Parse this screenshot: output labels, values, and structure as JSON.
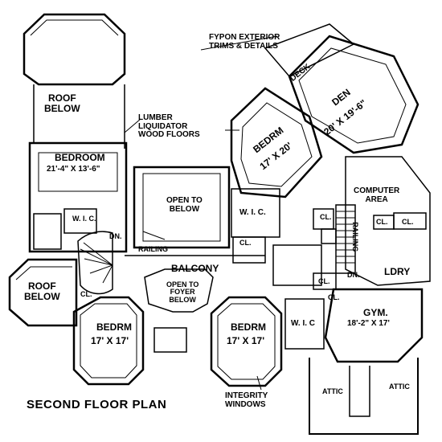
{
  "plan": {
    "title": "SECOND FLOOR PLAN",
    "rooms": {
      "roof_below_top": "ROOF\nBELOW",
      "bedroom_nw_name": "BEDROOM",
      "bedroom_nw_dims": "21'-4\" X 13'-6\"",
      "wic_west": "W. I. C.",
      "dn_stair": "DN.",
      "roof_below_west": "ROOF\nBELOW",
      "cl_west": "CL.",
      "open_to_below": "OPEN TO\nBELOW",
      "railing_center": "RAILING",
      "balcony": "BALCONY",
      "open_to_foyer": "OPEN TO\nFOYER\nBELOW",
      "bedrm_sw_name": "BEDRM",
      "bedrm_sw_dims": "17' X 17'",
      "bedrm_s_name": "BEDRM",
      "bedrm_s_dims": "17' X 17'",
      "wic_center": "W. I. C.",
      "cl_center": "CL.",
      "bedrm_ne_name": "BEDRM",
      "bedrm_ne_dims": "17' X 20'",
      "den_name": "DEN",
      "den_dims": "20' X 19'-6\"",
      "deck": "DECK",
      "computer_area": "COMPUTER\nAREA",
      "cl_1": "CL.",
      "cl_2": "CL.",
      "cl_3": "CL.",
      "cl_4": "CL.",
      "cl_5": "CL.",
      "railing_stair": "RAILING",
      "dn_east": "DN.",
      "ldry": "LDRY",
      "wic_south": "W. I. C",
      "gym_name": "GYM.",
      "gym_dims": "18'-2\" X 17'",
      "attic_left": "ATTIC",
      "attic_right": "ATTIC"
    },
    "callouts": {
      "fypon": "FYPON EXTERIOR\nTRIMS & DETAILS",
      "lumber": "LUMBER\nLIQUIDATOR\nWOOD FLOORS",
      "integrity": "INTEGRITY\nWINDOWS"
    }
  }
}
